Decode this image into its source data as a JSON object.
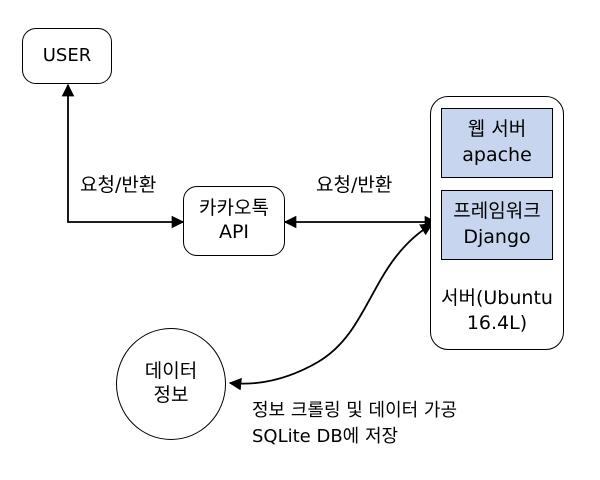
{
  "user": {
    "label": "USER"
  },
  "kakao_api": {
    "line1": "카카오톡",
    "line2": "API"
  },
  "request_response_left": "요청/반환",
  "request_response_right": "요청/반환",
  "server": {
    "web_server": {
      "line1": "웹 서버",
      "line2": "apache"
    },
    "framework": {
      "line1": "프레임워크",
      "line2": "Django"
    },
    "caption_line1": "서버(Ubuntu",
    "caption_line2": "16.4L)"
  },
  "data_info": {
    "line1": "데이터",
    "line2": "정보"
  },
  "crawling_note": {
    "line1": "정보 크롤링 및 데이터 가공",
    "line2": "SQLite DB에 저장"
  },
  "colors": {
    "inner_box_fill": "#c7d6ee",
    "stroke": "#000000"
  }
}
